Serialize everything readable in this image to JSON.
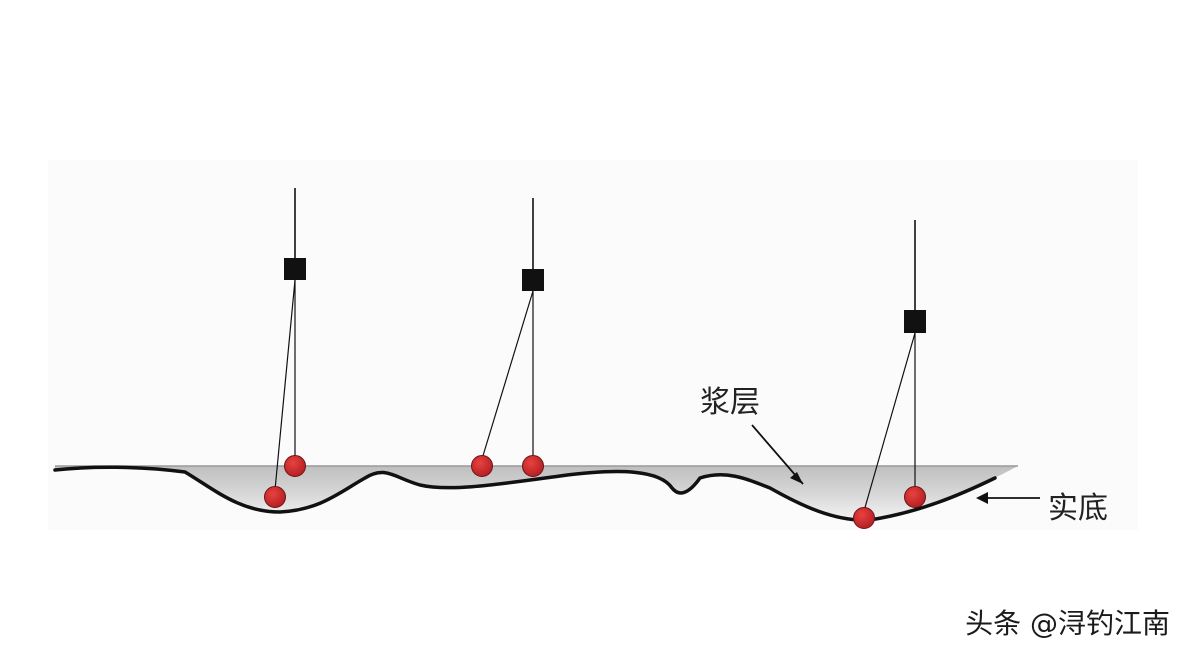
{
  "labels": {
    "mud_layer": "浆层",
    "real_bottom": "实底"
  },
  "watermark": "头条 @浔钓江南",
  "colors": {
    "line": "#111111",
    "float_body": "#111111",
    "bait": "#d0262c",
    "bait_outline": "#6a1515",
    "mud_top": "#c8c8c8",
    "mud_bottom": "#f4f4f4",
    "panel": "#fafafa"
  },
  "rigs": [
    {
      "id": "rig-1",
      "baits": [
        "bait-hanging",
        "bait-on-bottom"
      ]
    },
    {
      "id": "rig-2",
      "baits": [
        "bait-left",
        "bait-right"
      ]
    },
    {
      "id": "rig-3",
      "baits": [
        "bait-on-bottom",
        "bait-hanging"
      ]
    }
  ]
}
